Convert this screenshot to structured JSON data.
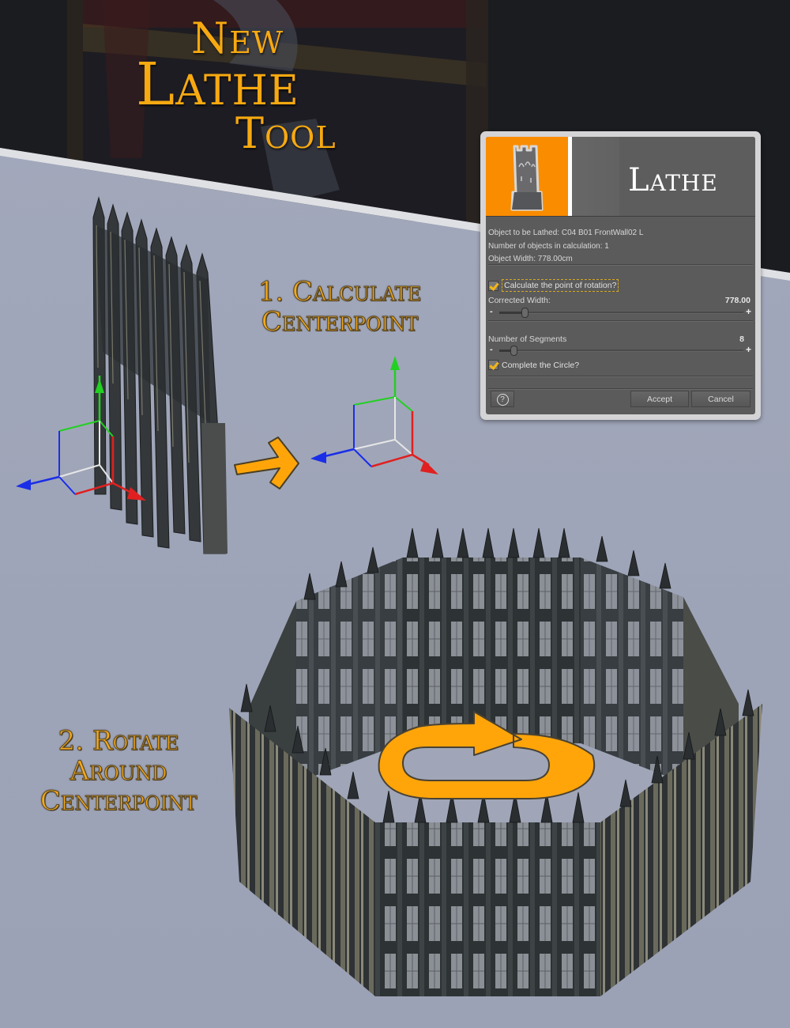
{
  "banner": {
    "title_line1": "New",
    "title_line2": "Lathe",
    "title_line3": "Tool",
    "accent_color": "#f7a911"
  },
  "steps": [
    {
      "line1": "1. Calculate",
      "line2": "Centerpoint"
    },
    {
      "line1": "2. Rotate",
      "line2": "Around",
      "line3": "Centerpoint"
    }
  ],
  "dialog": {
    "title": "Lathe",
    "logo_icon": "tower-icon",
    "logo_bg_color": "#fa8c00",
    "info": {
      "object_to_be_lathed": "Object to be Lathed:  C04 B01 FrontWall02 L",
      "number_of_objects": "Number of objects in calculation:  1",
      "object_width": "Object Width:  778.00cm"
    },
    "calculate_rotation": {
      "label": "Calculate the point of rotation?",
      "checked": true
    },
    "corrected_width": {
      "label": "Corrected Width:",
      "value": "778.00",
      "minus": "-",
      "plus": "+"
    },
    "segments": {
      "label": "Number of Segments",
      "value": "8",
      "minus": "-",
      "plus": "+"
    },
    "complete_circle": {
      "label": "Complete the Circle?",
      "checked": true
    },
    "buttons": {
      "help": "?",
      "accept": "Accept",
      "cancel": "Cancel"
    }
  },
  "gizmo_colors": {
    "x": "#e02020",
    "y": "#22d022",
    "z": "#1a2ee8",
    "neutral": "#e6e6e6"
  },
  "arrow_color": "#ffa50a"
}
